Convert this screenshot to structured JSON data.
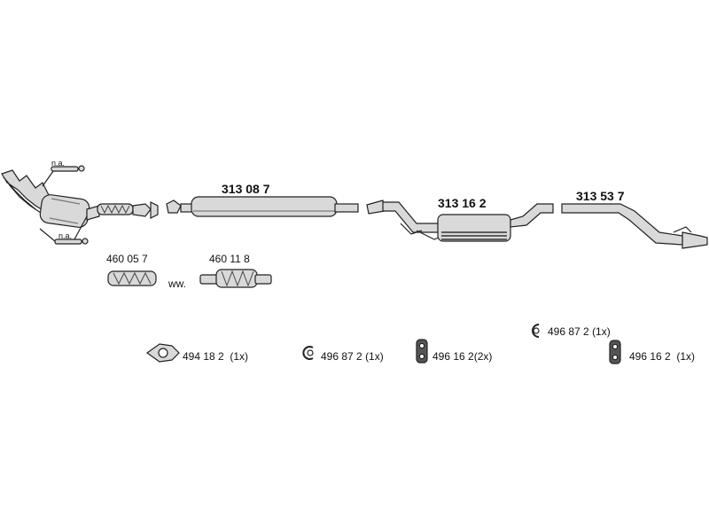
{
  "parts": {
    "front_section_note_top": "n.a.",
    "front_section_note_bottom": "n.a.",
    "front_pipe": "313 08 7",
    "middle_silencer": "313 16 2",
    "tail_pipe": "313 53 7",
    "flex_pipe_1": "460 05 7",
    "flex_pipe_2": "460 11 8",
    "flex_separator": "ww."
  },
  "hardware": [
    {
      "part": "494 18 2",
      "qty": "(1x)"
    },
    {
      "part": "496 87 2",
      "qty": "(1x)"
    },
    {
      "part": "496 16 2",
      "qty": "(2x)"
    },
    {
      "part": "496 87 2",
      "qty": "(1x)"
    },
    {
      "part": "496 16 2",
      "qty": "(1x)"
    }
  ],
  "colors": {
    "line": "#222222",
    "fill": "#d9d9d9",
    "dark": "#555555"
  }
}
